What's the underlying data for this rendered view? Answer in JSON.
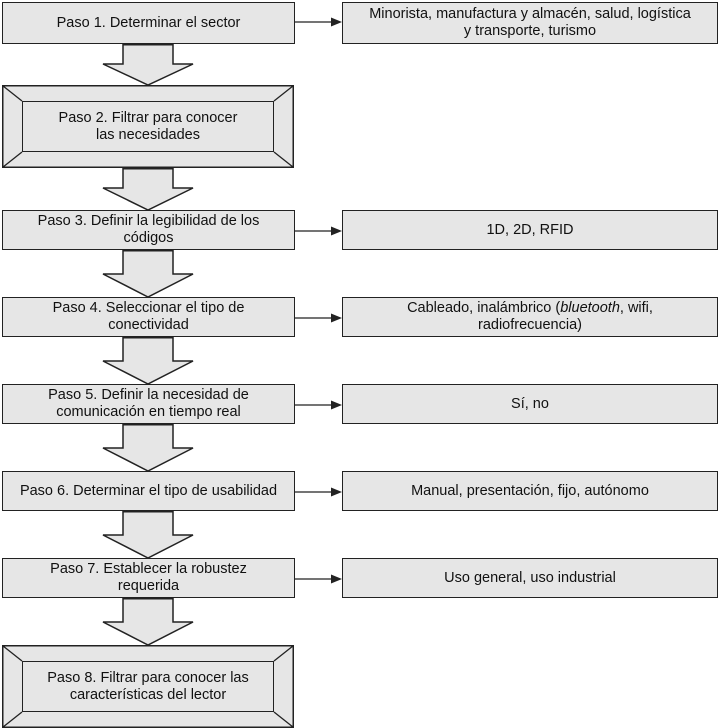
{
  "steps": [
    {
      "id": "1",
      "text": "Paso 1. Determinar el sector"
    },
    {
      "id": "2",
      "line1": "Paso 2. Filtrar para conocer",
      "line2": "las necesidades"
    },
    {
      "id": "3",
      "line1": "Paso 3. Definir la legibilidad de los",
      "line2": "códigos"
    },
    {
      "id": "4",
      "line1": "Paso 4. Seleccionar el tipo de",
      "line2": "conectividad"
    },
    {
      "id": "5",
      "line1": "Paso 5. Definir la necesidad de",
      "line2": "comunicación en tiempo real"
    },
    {
      "id": "6",
      "text": "Paso 6. Determinar el tipo de usabilidad"
    },
    {
      "id": "7",
      "line1": "Paso 7. Establecer la robustez",
      "line2": "requerida"
    },
    {
      "id": "8",
      "line1": "Paso 8. Filtrar para conocer las",
      "line2": "características del lector"
    }
  ],
  "options": {
    "step1": {
      "line1": "Minorista, manufactura y almacén, salud, logística",
      "line2": "y transporte, turismo"
    },
    "step3": {
      "text": "1D, 2D, RFID"
    },
    "step4": {
      "pre": "Cableado, inalámbrico (",
      "em": "bluetooth",
      "post": ", wifi,",
      "line2": "radiofrecuencia)"
    },
    "step5": {
      "text": "Sí, no"
    },
    "step6": {
      "text": "Manual, presentación, fijo, autónomo"
    },
    "step7": {
      "text": "Uso general, uso industrial"
    }
  }
}
